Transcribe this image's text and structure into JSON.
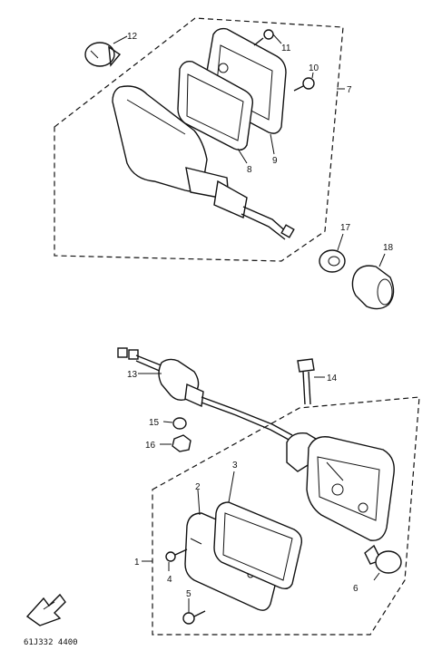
{
  "callouts": {
    "c1": "1",
    "c2": "2",
    "c3": "3",
    "c4": "4",
    "c5": "5",
    "c6": "6",
    "c7": "7",
    "c8": "8",
    "c9": "9",
    "c10": "10",
    "c11": "11",
    "c12": "12",
    "c13": "13",
    "c14": "14",
    "c15": "15",
    "c16": "16",
    "c17": "17",
    "c18": "18"
  },
  "footer": {
    "code": "61J332 4400"
  }
}
